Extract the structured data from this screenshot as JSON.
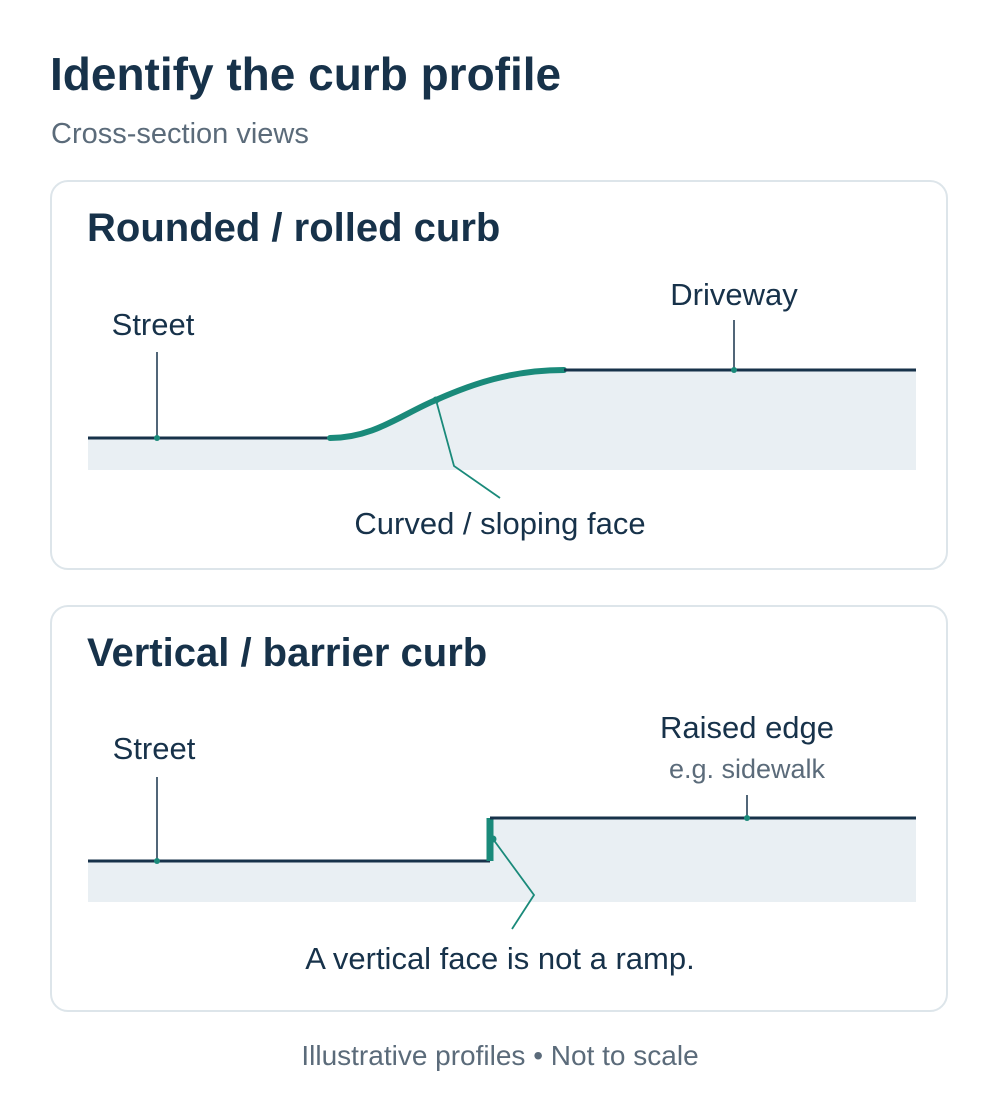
{
  "header": {
    "title": "Identify the curb profile",
    "subtitle": "Cross-section views"
  },
  "panels": [
    {
      "title": "Rounded / rolled curb",
      "street_label": "Street",
      "upper_label": "Driveway",
      "face_label": "Curved / sloping face"
    },
    {
      "title": "Vertical / barrier curb",
      "street_label": "Street",
      "upper_label": "Raised edge",
      "upper_sublabel": "e.g. sidewalk",
      "face_label": "A vertical face is not a ramp."
    }
  ],
  "footer": {
    "note": "Illustrative profiles • Not to scale"
  },
  "colors": {
    "ink": "#17324a",
    "accent": "#1a8a7a",
    "ground_fill": "#e9eff3",
    "panel_border": "#dde5ea",
    "muted_text": "#5b6b7a"
  }
}
